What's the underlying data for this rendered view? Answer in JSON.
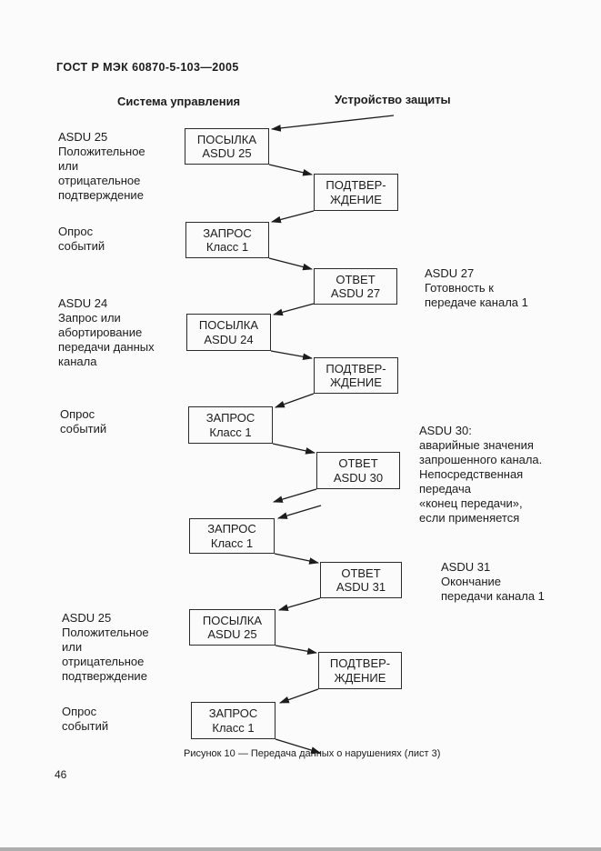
{
  "page": {
    "doc_header": "ГОСТ Р МЭК 60870-5-103—2005",
    "page_number": "46",
    "caption": "Рисунок 10 — Передача данных о нарушениях (лист 3)"
  },
  "columns": {
    "left_header": "Система управления",
    "right_header": "Устройство защиты"
  },
  "colors": {
    "ink": "#1c1c1c",
    "page_bg": "#fbfbfb",
    "box_border": "#2b2b2b"
  },
  "boxes": [
    {
      "line1": "ПОСЫЛКА",
      "line2": "ASDU 25"
    },
    {
      "line1": "ПОДТВЕР-",
      "line2": "ЖДЕНИЕ"
    },
    {
      "line1": "ЗАПРОС",
      "line2": "Класс 1"
    },
    {
      "line1": "ОТВЕТ",
      "line2": "ASDU 27"
    },
    {
      "line1": "ПОСЫЛКА",
      "line2": "ASDU 24"
    },
    {
      "line1": "ПОДТВЕР-",
      "line2": "ЖДЕНИЕ"
    },
    {
      "line1": "ЗАПРОС",
      "line2": "Класс 1"
    },
    {
      "line1": "ОТВЕТ",
      "line2": "ASDU 30"
    },
    {
      "line1": "ЗАПРОС",
      "line2": "Класс 1"
    },
    {
      "line1": "ОТВЕТ",
      "line2": "ASDU 31"
    },
    {
      "line1": "ПОСЫЛКА",
      "line2": "ASDU 25"
    },
    {
      "line1": "ПОДТВЕР-",
      "line2": "ЖДЕНИЕ"
    },
    {
      "line1": "ЗАПРОС",
      "line2": "Класс 1"
    }
  ],
  "left_notes": [
    {
      "text": "ASDU 25\nПоложительное\nили\nотрицательное\nподтверждение"
    },
    {
      "text": "Опрос\nсобытий"
    },
    {
      "text": "ASDU 24\nЗапрос или\nабортирование\nпередачи данных\nканала"
    },
    {
      "text": "Опрос\nсобытий"
    },
    {
      "text": "ASDU 25\nПоложительное\nили\nотрицательное\nподтверждение"
    },
    {
      "text": "Опрос\nсобытий"
    }
  ],
  "right_notes": [
    {
      "text": "ASDU 27\nГотовность к\nпередаче канала 1"
    },
    {
      "text": "ASDU 30:\nаварийные значения\nзапрошенного канала.\nНепосредственная\nпередача\n«конец передачи»,\nесли применяется"
    },
    {
      "text": "ASDU 31\nОкончание\nпередачи канала 1"
    }
  ]
}
